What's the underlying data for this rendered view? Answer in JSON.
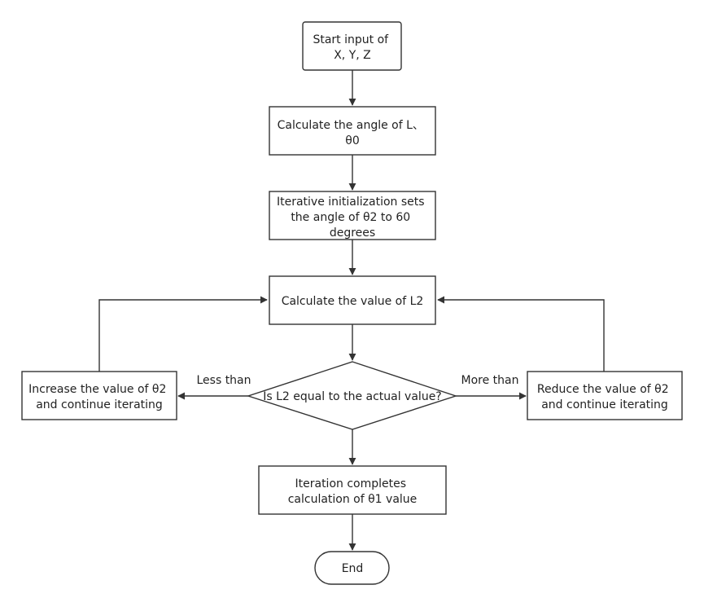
{
  "nodes": {
    "start": [
      "Start input of",
      "X, Y, Z"
    ],
    "calc_angle": [
      "Calculate the angle of L、",
      "θ0"
    ],
    "init": [
      "Iterative initialization sets",
      "the angle of θ2 to 60",
      "degrees"
    ],
    "calc_l2": [
      "Calculate the value of L2"
    ],
    "decision": [
      "Is L2 equal to the actual value?"
    ],
    "increase": [
      "Increase the value of θ2",
      "and continue iterating"
    ],
    "reduce": [
      "Reduce the value of θ2",
      "and continue iterating"
    ],
    "complete": [
      "Iteration completes",
      "calculation of θ1 value"
    ],
    "end": [
      "End"
    ]
  },
  "edges": {
    "less_than": "Less than",
    "more_than": "More than"
  },
  "colors": {
    "stroke": "#333333",
    "text": "#222222",
    "fill": "#ffffff"
  }
}
